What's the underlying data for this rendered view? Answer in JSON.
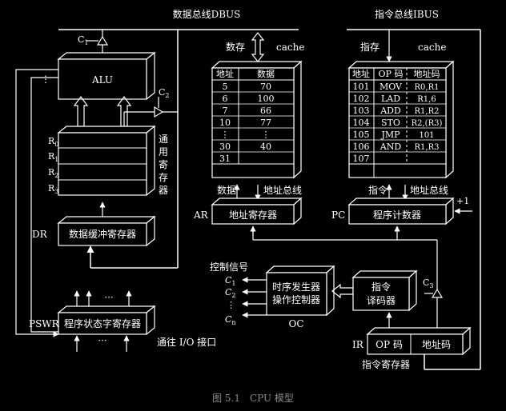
{
  "bus": {
    "dbus": "数据总线DBUS",
    "ibus": "指令总线IBUS"
  },
  "alu": {
    "label": "ALU",
    "control": "C",
    "control_sub": "1",
    "dots": "⋮"
  },
  "c2": {
    "label": "C",
    "sub": "2"
  },
  "registers": {
    "group_label": [
      "通",
      "用",
      "寄",
      "存",
      "器"
    ],
    "items": [
      {
        "name": "R",
        "sub": "0"
      },
      {
        "name": "R",
        "sub": "1"
      },
      {
        "name": "R",
        "sub": "2"
      },
      {
        "name": "R",
        "sub": "3"
      }
    ]
  },
  "dr": {
    "side": "DR",
    "label": "数据缓冲寄存器"
  },
  "pswr": {
    "side": "PSWR",
    "label": "程序状态字寄存器",
    "dots_top": "···",
    "dots_bottom": "···"
  },
  "io": {
    "label": "通往 I/O 接口"
  },
  "data_mem": {
    "title": "数存",
    "cache": "cache",
    "headers": [
      "地址",
      "数据"
    ],
    "rows": [
      [
        "5",
        "70"
      ],
      [
        "6",
        "100"
      ],
      [
        "7",
        "66"
      ],
      [
        "10",
        "77"
      ],
      [
        "⋮",
        "⋮"
      ],
      [
        "30",
        "40"
      ],
      [
        "31",
        ""
      ]
    ],
    "bus_data": "数据",
    "bus_addr": "地址总线"
  },
  "ar": {
    "side": "AR",
    "label": "地址寄存器"
  },
  "instr_mem": {
    "title": "指存",
    "cache": "cache",
    "headers": [
      "地址",
      "OP 码",
      "地址码"
    ],
    "rows": [
      [
        "101",
        "MOV",
        "R0,R1"
      ],
      [
        "102",
        "LAD",
        "R1,6"
      ],
      [
        "103",
        "ADD",
        "R1,R2"
      ],
      [
        "104",
        "STO",
        "R2,(R3)"
      ],
      [
        "105",
        "JMP",
        "101"
      ],
      [
        "106",
        "AND",
        "R1,R3"
      ],
      [
        "107",
        "",
        ""
      ]
    ],
    "bus_instr": "指令",
    "bus_addr": "地址总线"
  },
  "pc": {
    "side": "PC",
    "label": "程序计数器",
    "plus": "+1"
  },
  "control": {
    "title": "控制信号",
    "signals": [
      {
        "name": "C",
        "sub": "1"
      },
      {
        "name": "C",
        "sub": "2"
      },
      {
        "name": "⋮",
        "sub": ""
      },
      {
        "name": "C",
        "sub": "n"
      }
    ]
  },
  "oc": {
    "line1": "时序发生器",
    "line2": "操作控制器",
    "label": "OC"
  },
  "decoder": {
    "line1": "指令",
    "line2": "译码器"
  },
  "c3": {
    "label": "C",
    "sub": "3"
  },
  "ir": {
    "side": "IR",
    "op": "OP 码",
    "addr": "地址码",
    "caption": "指令寄存器"
  },
  "figure_caption": "图 5.1　CPU 模型"
}
